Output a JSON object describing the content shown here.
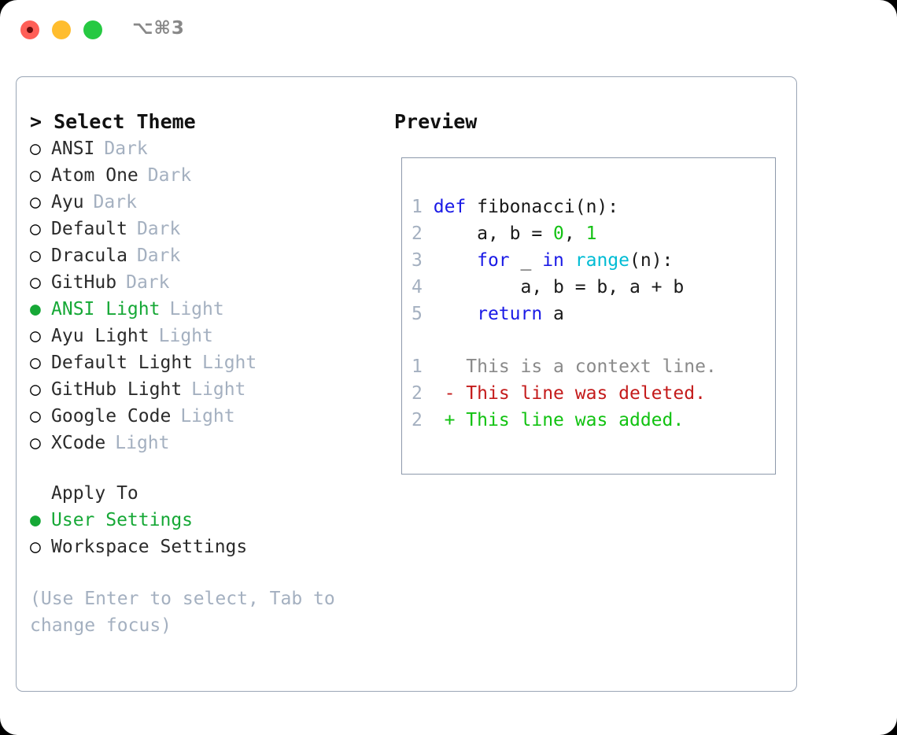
{
  "window": {
    "shortcut_label": "⌥⌘3",
    "traffic_lights": [
      {
        "name": "close",
        "color": "#ff5f57"
      },
      {
        "name": "minimize",
        "color": "#ffbd2e"
      },
      {
        "name": "maximize",
        "color": "#26c942"
      }
    ]
  },
  "colors": {
    "accent_green": "#16a836",
    "muted": "#a4b0c0",
    "text": "#2b2b2b",
    "keyword_blue": "#1a1ae6",
    "function_cyan": "#00bcd4",
    "number_green": "#13c113",
    "diff_delete_red": "#c41b1b",
    "diff_add_green": "#11c211",
    "border": "#9aa5b5"
  },
  "left": {
    "title": "> Select Theme",
    "markers": {
      "selected": "●",
      "unselected": "○"
    },
    "themes": [
      {
        "name": "ANSI",
        "variant": "Dark",
        "selected": false
      },
      {
        "name": "Atom One",
        "variant": "Dark",
        "selected": false
      },
      {
        "name": "Ayu",
        "variant": "Dark",
        "selected": false
      },
      {
        "name": "Default",
        "variant": "Dark",
        "selected": false
      },
      {
        "name": "Dracula",
        "variant": "Dark",
        "selected": false
      },
      {
        "name": "GitHub",
        "variant": "Dark",
        "selected": false
      },
      {
        "name": "ANSI Light",
        "variant": "Light",
        "selected": true
      },
      {
        "name": "Ayu Light",
        "variant": "Light",
        "selected": false
      },
      {
        "name": "Default Light",
        "variant": "Light",
        "selected": false
      },
      {
        "name": "GitHub Light",
        "variant": "Light",
        "selected": false
      },
      {
        "name": "Google Code",
        "variant": "Light",
        "selected": false
      },
      {
        "name": "XCode",
        "variant": "Light",
        "selected": false
      }
    ],
    "apply_to": {
      "heading": "Apply To",
      "options": [
        {
          "name": "User Settings",
          "selected": true
        },
        {
          "name": "Workspace Settings",
          "selected": false
        }
      ]
    },
    "hint": "(Use Enter to select, Tab to change focus)"
  },
  "right": {
    "title": "Preview",
    "code": {
      "lines": [
        {
          "no": "1",
          "tokens": [
            {
              "t": "def",
              "c": "kw"
            },
            {
              "t": " fibonacci(n):",
              "c": "plain"
            }
          ]
        },
        {
          "no": "2",
          "tokens": [
            {
              "t": "    a, b = ",
              "c": "plain"
            },
            {
              "t": "0",
              "c": "num"
            },
            {
              "t": ", ",
              "c": "plain"
            },
            {
              "t": "1",
              "c": "num"
            }
          ]
        },
        {
          "no": "3",
          "tokens": [
            {
              "t": "    ",
              "c": "plain"
            },
            {
              "t": "for",
              "c": "kw"
            },
            {
              "t": " _ ",
              "c": "plain"
            },
            {
              "t": "in",
              "c": "kw"
            },
            {
              "t": " ",
              "c": "plain"
            },
            {
              "t": "range",
              "c": "fn"
            },
            {
              "t": "(n):",
              "c": "plain"
            }
          ]
        },
        {
          "no": "4",
          "tokens": [
            {
              "t": "        a, b = b, a + b",
              "c": "plain"
            }
          ]
        },
        {
          "no": "5",
          "tokens": [
            {
              "t": "    ",
              "c": "plain"
            },
            {
              "t": "return",
              "c": "kw"
            },
            {
              "t": " a",
              "c": "plain"
            }
          ]
        }
      ]
    },
    "diff": {
      "lines": [
        {
          "no": "1",
          "sign": " ",
          "text": "This is a context line.",
          "kind": "ctx"
        },
        {
          "no": "2",
          "sign": "-",
          "text": "This line was deleted.",
          "kind": "del"
        },
        {
          "no": "2",
          "sign": "+",
          "text": "This line was added.",
          "kind": "add"
        }
      ]
    }
  }
}
